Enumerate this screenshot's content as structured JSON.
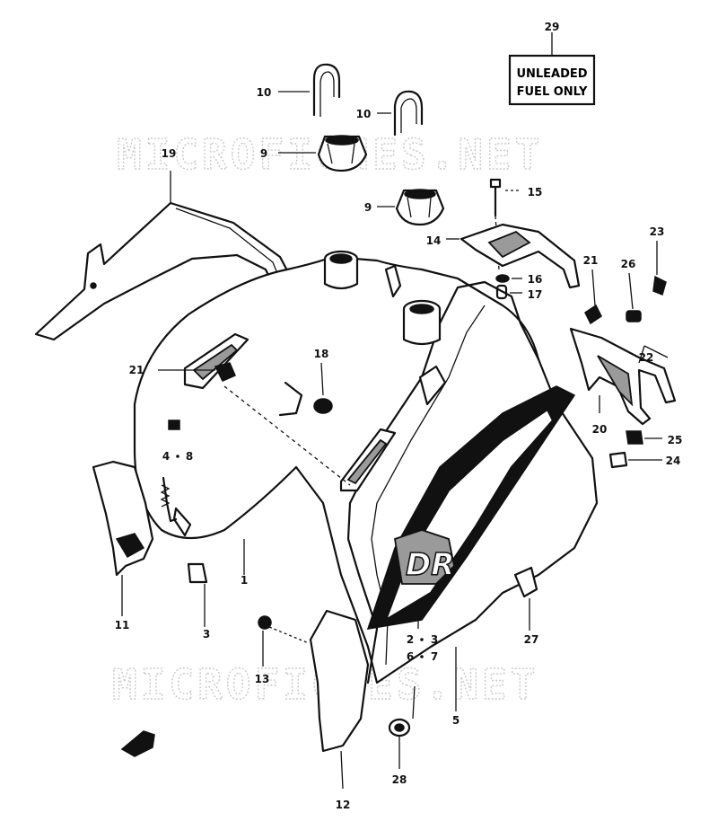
{
  "diagram": {
    "watermark": "MICROFICHES.NET",
    "label_29": {
      "line1": "UNLEADED",
      "line2": "FUEL ONLY"
    },
    "callouts": [
      "1",
      "2",
      "3",
      "4",
      "5",
      "6",
      "7",
      "8",
      "9",
      "10",
      "11",
      "12",
      "13",
      "14",
      "15",
      "16",
      "17",
      "18",
      "19",
      "20",
      "21",
      "22",
      "23",
      "24",
      "25",
      "26",
      "27",
      "28",
      "29"
    ],
    "callout_labels": {
      "c29": "29",
      "c10a": "10",
      "c10b": "10",
      "c9a": "9",
      "c9b": "9",
      "c15": "15",
      "c19": "19",
      "c14": "14",
      "c23": "23",
      "c21a": "21",
      "c26": "26",
      "c16": "16",
      "c17": "17",
      "c21b": "21",
      "c18": "18",
      "c22": "22",
      "c20": "20",
      "c25": "25",
      "c4": "4",
      "c8": "8",
      "c24": "24",
      "c11": "11",
      "c3a": "3",
      "c1": "1",
      "c2": "2",
      "c3b": "3",
      "c6": "6",
      "c7": "7",
      "c27": "27",
      "c13": "13",
      "c5": "5",
      "c28": "28",
      "c12": "12"
    },
    "tank_decal": "DR"
  }
}
